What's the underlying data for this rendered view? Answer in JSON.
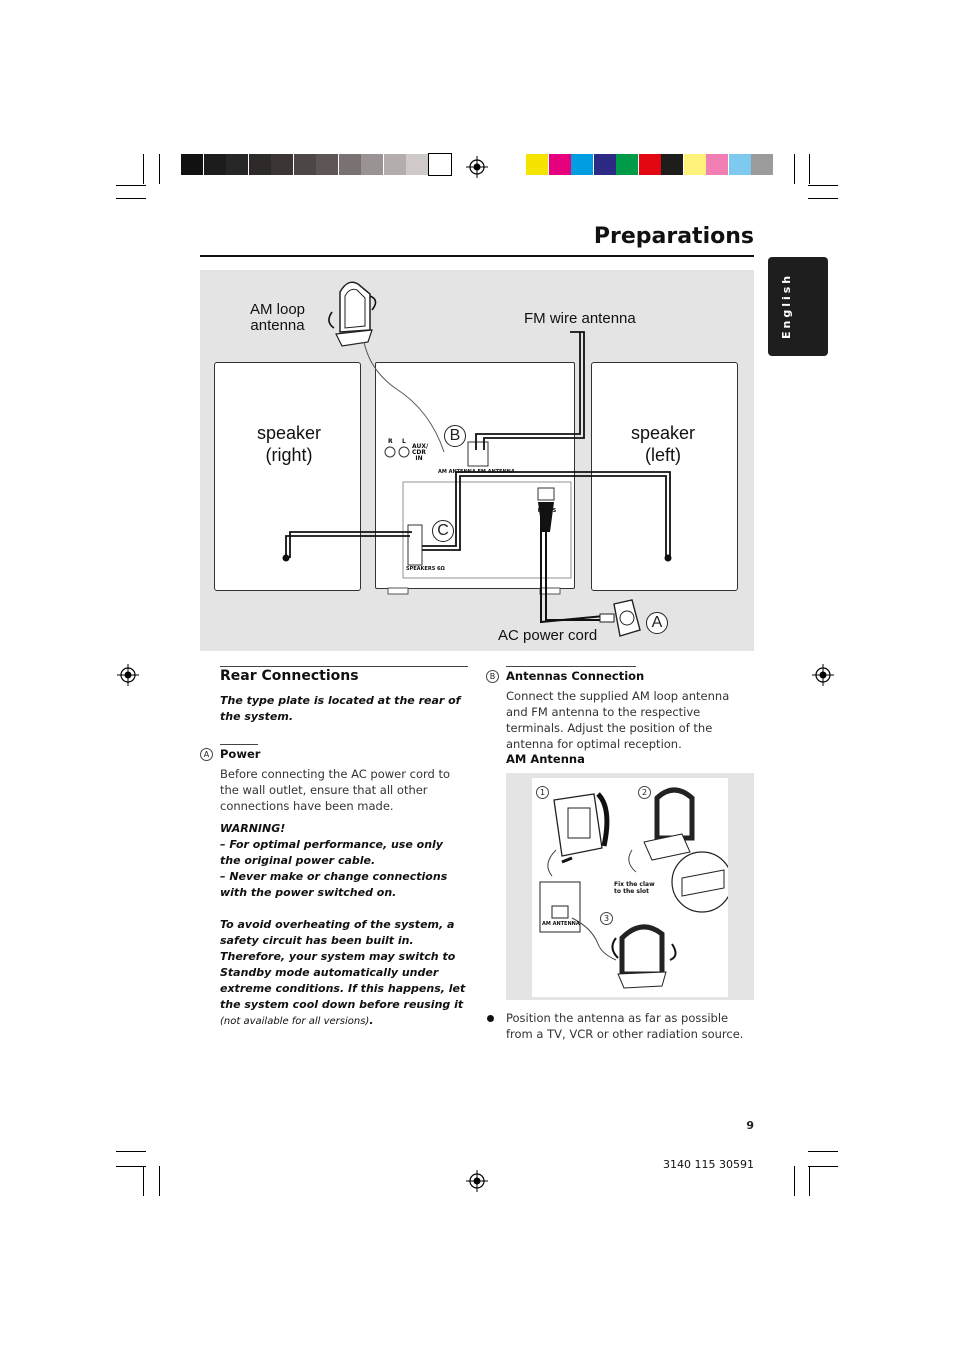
{
  "page": {
    "title": "Preparations",
    "language_tab": "English",
    "page_number": "9",
    "doc_code": "3140 115 30591"
  },
  "print_marks": {
    "gray_swatches": [
      "#111111",
      "#1c1c1c",
      "#262626",
      "#2f2a2a",
      "#3b3535",
      "#4d4646",
      "#5e5656",
      "#7a7272",
      "#9a9393",
      "#b3adab",
      "#cfcac8",
      "#ffffff"
    ],
    "color_swatches": [
      "#f5e400",
      "#e6007e",
      "#009ee0",
      "#2d2a86",
      "#009b48",
      "#e30613",
      "#1d1d1b",
      "#fff27a",
      "#f27fb3",
      "#7dc9ef",
      "#9c9b9b"
    ]
  },
  "diagram": {
    "label_am_loop_line1": "AM loop",
    "label_am_loop_line2": "antenna",
    "label_fm": "FM wire antenna",
    "label_speaker_right_line1": "speaker",
    "label_speaker_right_line2": "(right)",
    "label_speaker_left_line1": "speaker",
    "label_speaker_left_line2": "(left)",
    "label_ac_cord": "AC power cord",
    "marker_a": "A",
    "marker_b": "B",
    "marker_c": "C",
    "panel_aux": "AUX/ CDR IN",
    "panel_r": "R",
    "panel_l": "L",
    "panel_antenna": "AM ANTENNA  FM ANTENNA",
    "panel_ac": "AC MAINS",
    "panel_speakers": "SPEAKERS 6Ω"
  },
  "left": {
    "heading": "Rear Connections",
    "intro": "The type plate is located at the rear of the system.",
    "power_marker": "A",
    "power_heading": "Power",
    "power_body": "Before connecting the AC power cord to the wall outlet, ensure that all other connections have been made.",
    "warning_title": "WARNING!",
    "warning_1": "–  For optimal performance, use only the original power cable.",
    "warning_2": "–  Never make or change connections with the power switched on.",
    "overheat_text": "To avoid overheating of the system, a safety circuit has been built in.  Therefore, your system may switch to Standby mode automatically under extreme conditions.  If this happens, let the system cool down before reusing it",
    "overheat_note": "(not available for all versions)",
    "overheat_end": "."
  },
  "right": {
    "antenna_marker": "B",
    "antenna_heading": "Antennas Connection",
    "antenna_body": "Connect the supplied AM loop antenna and FM antenna to the respective terminals. Adjust the position of the antenna for optimal reception.",
    "am_heading": "AM Antenna",
    "step1": "1",
    "step2": "2",
    "step3": "3",
    "claw_note_line1": "Fix the claw",
    "claw_note_line2": "to the slot",
    "am_terminal": "AM ANTENNA",
    "bullet": "Position the antenna as far as possible from a TV, VCR or other radiation source."
  }
}
